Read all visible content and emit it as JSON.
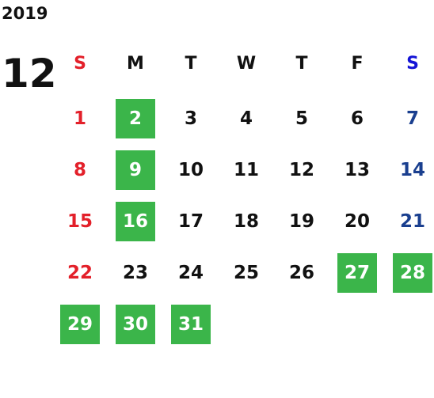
{
  "calendar": {
    "year": "2019",
    "month": "12",
    "weekdays": [
      "S",
      "M",
      "T",
      "W",
      "T",
      "F",
      "S"
    ],
    "colors": {
      "holiday_bg": "#3bb54a",
      "sunday": "#e3202a",
      "saturday": "#1a3f8f",
      "text": "#111111"
    },
    "weeks": [
      [
        {
          "d": "1"
        },
        {
          "d": "2",
          "holiday": true
        },
        {
          "d": "3"
        },
        {
          "d": "4"
        },
        {
          "d": "5"
        },
        {
          "d": "6"
        },
        {
          "d": "7"
        }
      ],
      [
        {
          "d": "8"
        },
        {
          "d": "9",
          "holiday": true
        },
        {
          "d": "10"
        },
        {
          "d": "11"
        },
        {
          "d": "12"
        },
        {
          "d": "13"
        },
        {
          "d": "14"
        }
      ],
      [
        {
          "d": "15"
        },
        {
          "d": "16",
          "holiday": true
        },
        {
          "d": "17"
        },
        {
          "d": "18"
        },
        {
          "d": "19"
        },
        {
          "d": "20"
        },
        {
          "d": "21"
        }
      ],
      [
        {
          "d": "22"
        },
        {
          "d": "23"
        },
        {
          "d": "24"
        },
        {
          "d": "25"
        },
        {
          "d": "26"
        },
        {
          "d": "27",
          "holiday": true
        },
        {
          "d": "28",
          "holiday": true
        }
      ],
      [
        {
          "d": "29",
          "holiday": true
        },
        {
          "d": "30",
          "holiday": true
        },
        {
          "d": "31",
          "holiday": true
        },
        null,
        null,
        null,
        null
      ]
    ]
  }
}
